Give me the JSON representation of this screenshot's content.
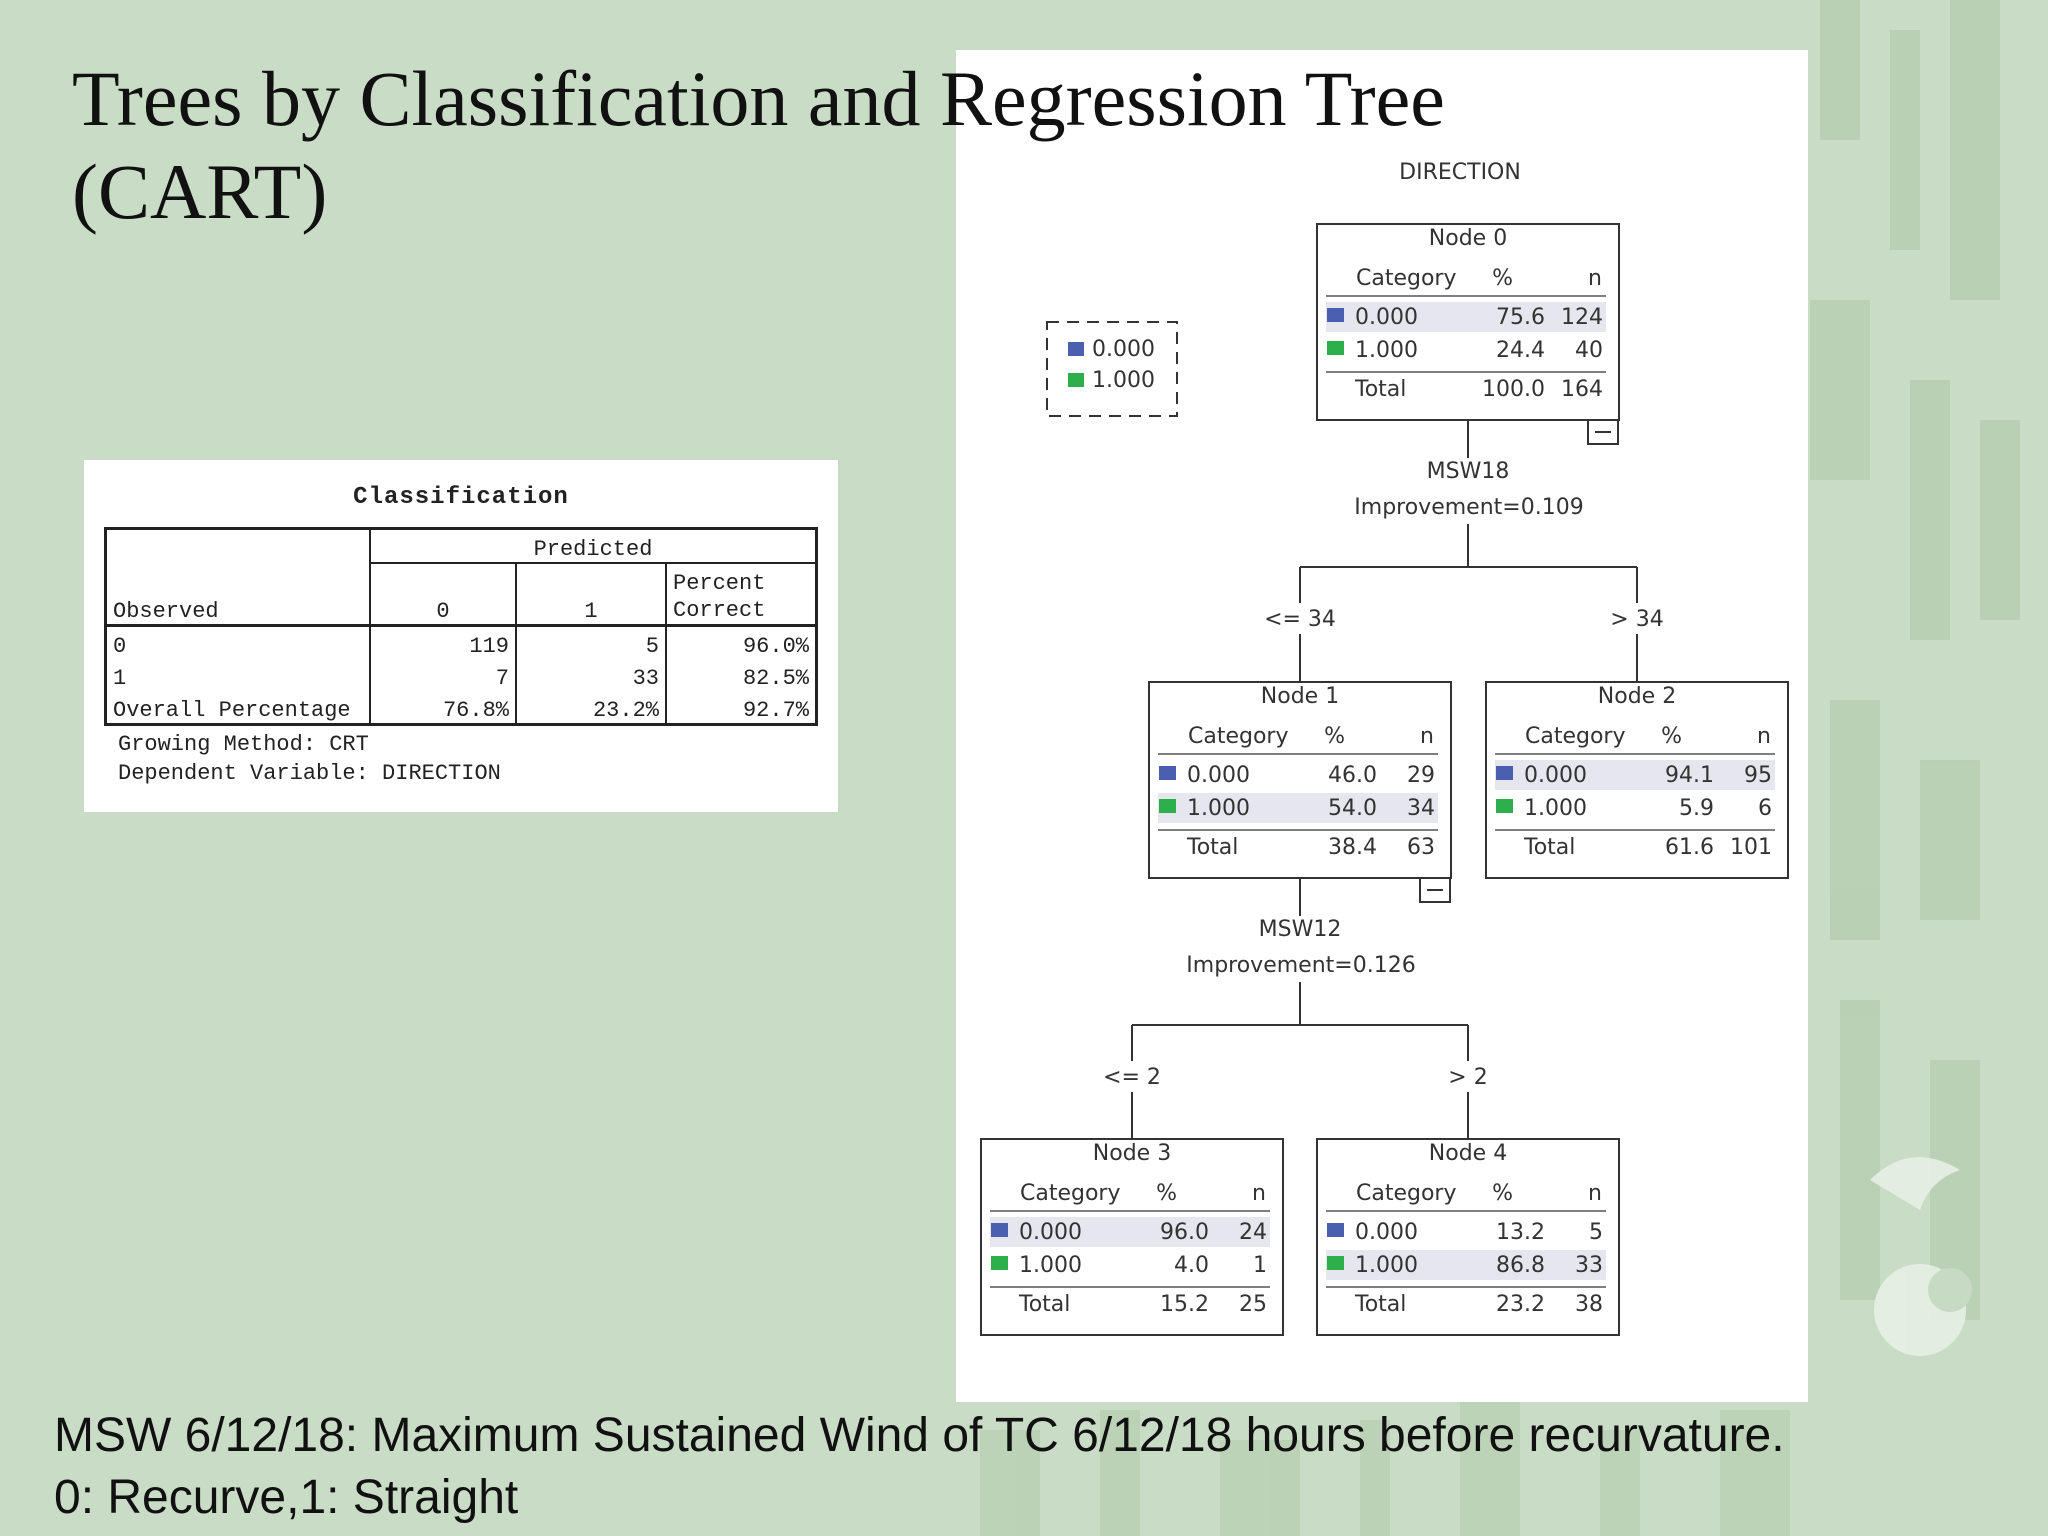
{
  "slide": {
    "title_line1": "Trees by Classification and Regression Tree",
    "title_line2": "(CART)",
    "bottom_line1": "MSW 6/12/18: Maximum Sustained Wind of TC 6/12/18 hours before recurvature.",
    "bottom_line2": "0: Recurve,1: Straight"
  },
  "classification": {
    "title": "Classification",
    "predicted_label": "Predicted",
    "observed_label": "Observed",
    "col_0": "0",
    "col_1": "1",
    "col_pct_line1": "Percent",
    "col_pct_line2": "Correct",
    "rows": [
      {
        "label": "0",
        "c0": "119",
        "c1": "5",
        "pct": "96.0%"
      },
      {
        "label": "1",
        "c0": "7",
        "c1": "33",
        "pct": "82.5%"
      },
      {
        "label": "Overall Percentage",
        "c0": "76.8%",
        "c1": "23.2%",
        "pct": "92.7%"
      }
    ],
    "footnote_1": "Growing Method: CRT",
    "footnote_2": "Dependent Variable: DIRECTION"
  },
  "tree": {
    "dependent": "DIRECTION",
    "colors": {
      "class_0": "#4a5fb0",
      "class_1": "#2db04b"
    },
    "legend": [
      "0.000",
      "1.000"
    ],
    "header": {
      "category": "Category",
      "pct": "%",
      "n": "n",
      "total": "Total"
    },
    "nodes": [
      {
        "name": "Node 0",
        "rows": [
          [
            "0.000",
            "75.6",
            "124"
          ],
          [
            "1.000",
            "24.4",
            "40"
          ]
        ],
        "total": [
          "100.0",
          "164"
        ],
        "highlight": 0,
        "collapse": true
      },
      {
        "name": "Node 1",
        "rows": [
          [
            "0.000",
            "46.0",
            "29"
          ],
          [
            "1.000",
            "54.0",
            "34"
          ]
        ],
        "total": [
          "38.4",
          "63"
        ],
        "highlight": 1,
        "collapse": true
      },
      {
        "name": "Node 2",
        "rows": [
          [
            "0.000",
            "94.1",
            "95"
          ],
          [
            "1.000",
            "5.9",
            "6"
          ]
        ],
        "total": [
          "61.6",
          "101"
        ],
        "highlight": 0,
        "collapse": false
      },
      {
        "name": "Node 3",
        "rows": [
          [
            "0.000",
            "96.0",
            "24"
          ],
          [
            "1.000",
            "4.0",
            "1"
          ]
        ],
        "total": [
          "15.2",
          "25"
        ],
        "highlight": 0,
        "collapse": false
      },
      {
        "name": "Node 4",
        "rows": [
          [
            "0.000",
            "13.2",
            "5"
          ],
          [
            "1.000",
            "86.8",
            "33"
          ]
        ],
        "total": [
          "23.2",
          "38"
        ],
        "highlight": 1,
        "collapse": false
      }
    ],
    "splits": [
      {
        "variable": "MSW18",
        "improvement": "Improvement=0.109",
        "left": "<= 34",
        "right": "> 34"
      },
      {
        "variable": "MSW12",
        "improvement": "Improvement=0.126",
        "left": "<= 2",
        "right": "> 2"
      }
    ]
  }
}
